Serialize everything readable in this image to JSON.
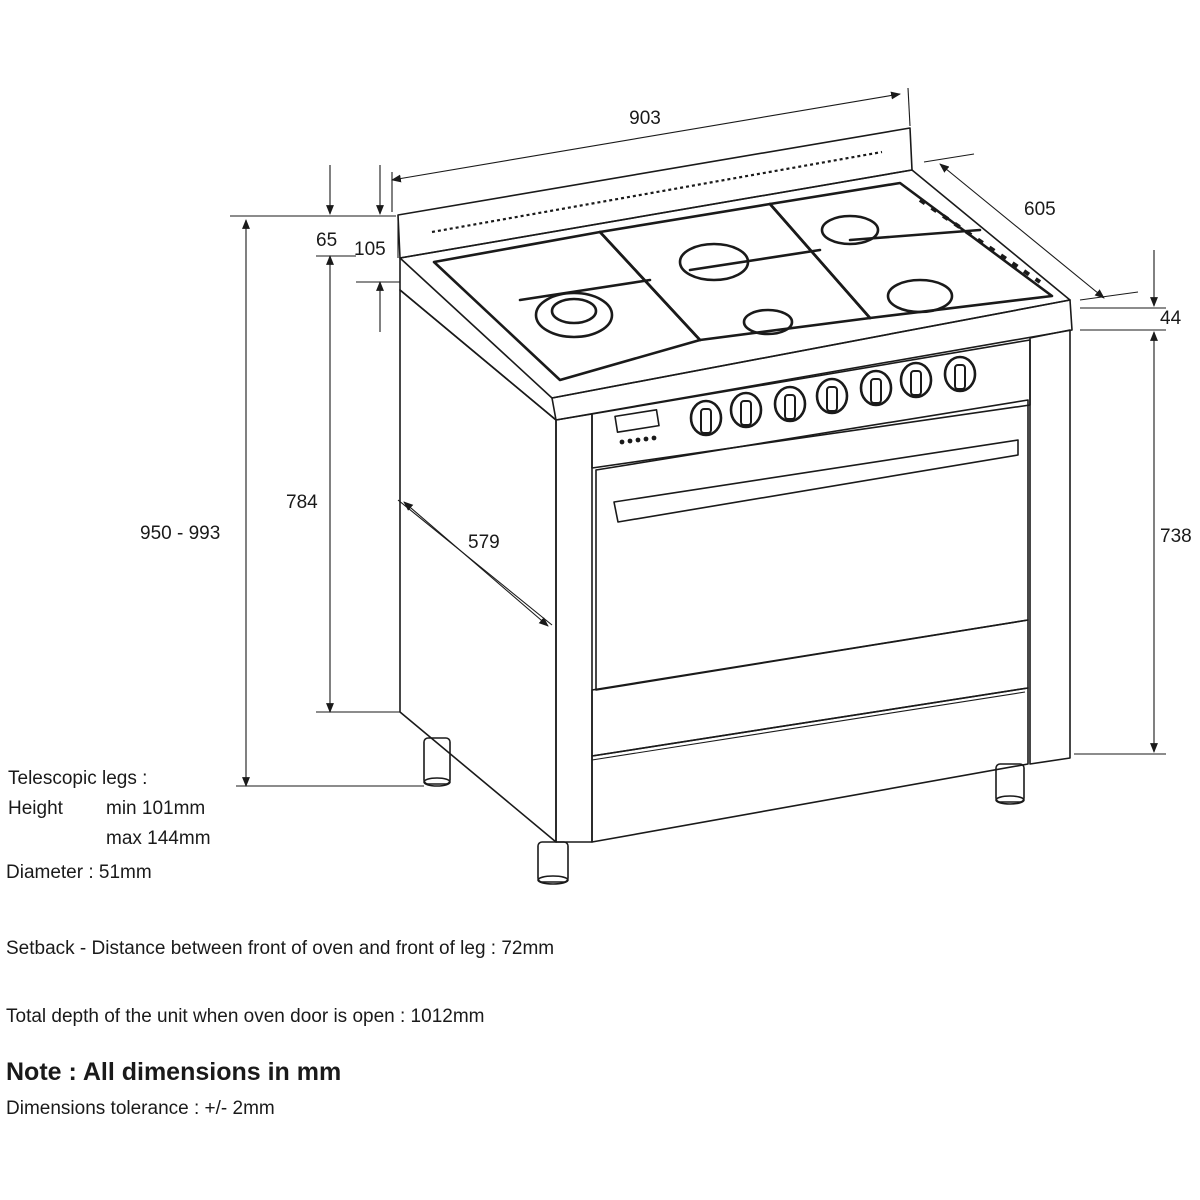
{
  "dimensions": {
    "width": "903",
    "depth": "605",
    "backguard_height": "65",
    "backguard_total": "105",
    "total_height": "950 - 993",
    "worktop_height": "784",
    "side_depth": "579",
    "hob_thickness": "44",
    "front_height": "738"
  },
  "notes": {
    "legs_title": "Telescopic legs :",
    "height_label": "Height",
    "height_min": "min 101mm",
    "height_max": "max 144mm",
    "diameter": "Diameter : 51mm",
    "setback": "Setback - Distance between front of oven and front of leg : 72mm",
    "open_depth": "Total depth of the unit when oven door is open : 1012mm",
    "note": "Note : All dimensions in mm",
    "tolerance": "Dimensions tolerance : +/- 2mm"
  }
}
